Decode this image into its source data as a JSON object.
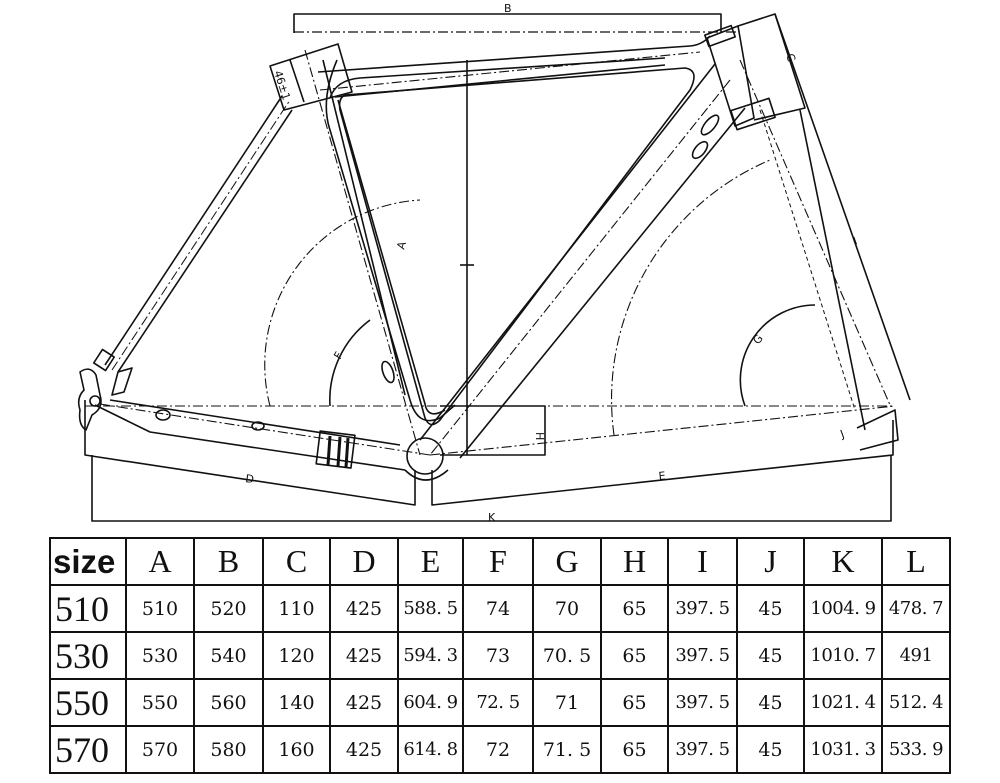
{
  "drawing": {
    "title": "Bicycle frame geometry drawing",
    "dimension_labels": [
      "A",
      "B",
      "C",
      "D",
      "E",
      "F",
      "G",
      "H",
      "I",
      "J",
      "K"
    ],
    "seat_clamp_label": "46±1"
  },
  "table": {
    "headers": [
      "size",
      "A",
      "B",
      "C",
      "D",
      "E",
      "F",
      "G",
      "H",
      "I",
      "J",
      "K",
      "L"
    ],
    "rows": [
      [
        "510",
        "510",
        "520",
        "110",
        "425",
        "588. 5",
        "74",
        "70",
        "65",
        "397. 5",
        "45",
        "1004. 9",
        "478. 7"
      ],
      [
        "530",
        "530",
        "540",
        "120",
        "425",
        "594. 3",
        "73",
        "70. 5",
        "65",
        "397. 5",
        "45",
        "1010. 7",
        "491"
      ],
      [
        "550",
        "550",
        "560",
        "140",
        "425",
        "604. 9",
        "72. 5",
        "71",
        "65",
        "397. 5",
        "45",
        "1021. 4",
        "512. 4"
      ],
      [
        "570",
        "570",
        "580",
        "160",
        "425",
        "614. 8",
        "72",
        "71. 5",
        "65",
        "397. 5",
        "45",
        "1031. 3",
        "533. 9"
      ]
    ]
  },
  "chart_data": {
    "type": "table",
    "title": "Frame geometry by size",
    "columns": [
      "size",
      "A",
      "B",
      "C",
      "D",
      "E",
      "F",
      "G",
      "H",
      "I",
      "J",
      "K",
      "L"
    ],
    "rows": [
      [
        510,
        510,
        520,
        110,
        425,
        588.5,
        74,
        70,
        65,
        397.5,
        45,
        1004.9,
        478.7
      ],
      [
        530,
        530,
        540,
        120,
        425,
        594.3,
        73,
        70.5,
        65,
        397.5,
        45,
        1010.7,
        491
      ],
      [
        550,
        550,
        560,
        140,
        425,
        604.9,
        72.5,
        71,
        65,
        397.5,
        45,
        1021.4,
        512.4
      ],
      [
        570,
        570,
        580,
        160,
        425,
        614.8,
        72,
        71.5,
        65,
        397.5,
        45,
        1031.3,
        533.9
      ]
    ]
  }
}
